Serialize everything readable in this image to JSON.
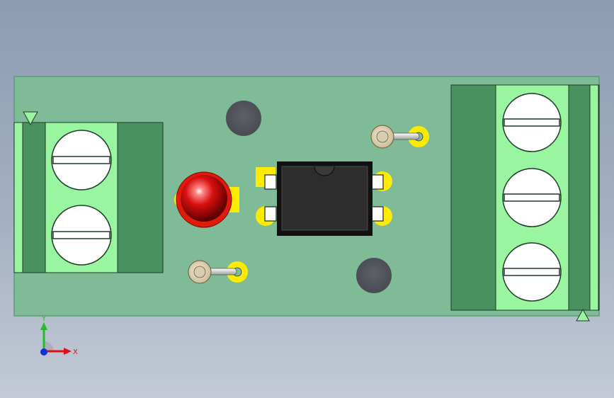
{
  "scene": {
    "description_free": true,
    "colors": {
      "background_top": "#8c9cb2",
      "background_bottom": "#c3cad6",
      "pcb": "#7fbb96",
      "pcb_edge": "#5f9a78",
      "terminal_dark": "#4a9160",
      "terminal_light": "#99f59f",
      "screw": "#ffffff",
      "mounting_hole": "#55595f",
      "pad": "#ffeb00",
      "ic_body": "#2d2d2d",
      "led": "#d81010",
      "axis_x": "#e01010",
      "axis_y": "#20c020",
      "axis_z": "#1030e0"
    },
    "components": {
      "left_terminal": {
        "icon": "screw-terminal-2-pin",
        "screws": 2
      },
      "right_terminal": {
        "icon": "screw-terminal-3-pin",
        "screws": 3
      },
      "ic": {
        "icon": "dip-4-optocoupler",
        "pins": 4
      },
      "led": {
        "icon": "red-led"
      },
      "resistors": 2,
      "mounting_holes": 2
    },
    "triad": {
      "x_label": "X",
      "y_label": "Y"
    }
  }
}
